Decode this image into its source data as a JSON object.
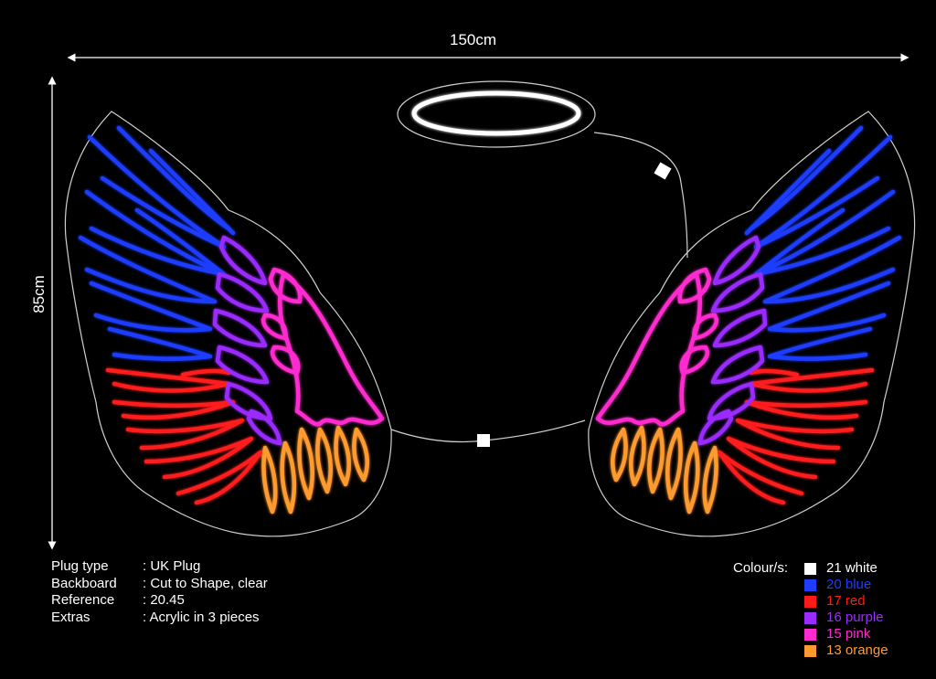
{
  "dimensions": {
    "width": "150cm",
    "height": "85cm"
  },
  "specs": [
    {
      "key": "Plug type",
      "value": ": UK Plug"
    },
    {
      "key": "Backboard",
      "value": ": Cut to Shape, clear"
    },
    {
      "key": "Reference",
      "value": ": 20.45"
    },
    {
      "key": "Extras",
      "value": ": Acrylic in 3 pieces"
    }
  ],
  "colours_title": "Colour/s:",
  "colours": [
    {
      "label": "21 white",
      "color": "#ffffff"
    },
    {
      "label": "20 blue",
      "color": "#1f3dff"
    },
    {
      "label": "17 red",
      "color": "#ff1a1a"
    },
    {
      "label": "16 purple",
      "color": "#9a2cff"
    },
    {
      "label": "15 pink",
      "color": "#ff2bd0"
    },
    {
      "label": "13 orange",
      "color": "#ff9a2e"
    }
  ]
}
